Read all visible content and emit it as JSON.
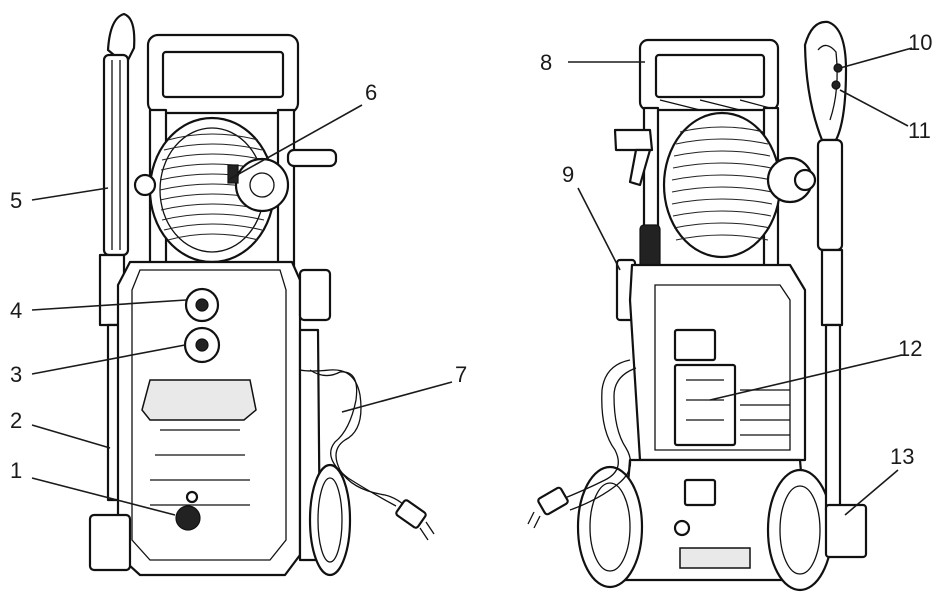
{
  "figure": {
    "callouts": [
      {
        "id": "1",
        "label": "1"
      },
      {
        "id": "2",
        "label": "2"
      },
      {
        "id": "3",
        "label": "3"
      },
      {
        "id": "4",
        "label": "4"
      },
      {
        "id": "5",
        "label": "5"
      },
      {
        "id": "6",
        "label": "6"
      },
      {
        "id": "7",
        "label": "7"
      },
      {
        "id": "8",
        "label": "8"
      },
      {
        "id": "9",
        "label": "9"
      },
      {
        "id": "10",
        "label": "10"
      },
      {
        "id": "11",
        "label": "11"
      },
      {
        "id": "12",
        "label": "12"
      },
      {
        "id": "13",
        "label": "13"
      }
    ]
  }
}
